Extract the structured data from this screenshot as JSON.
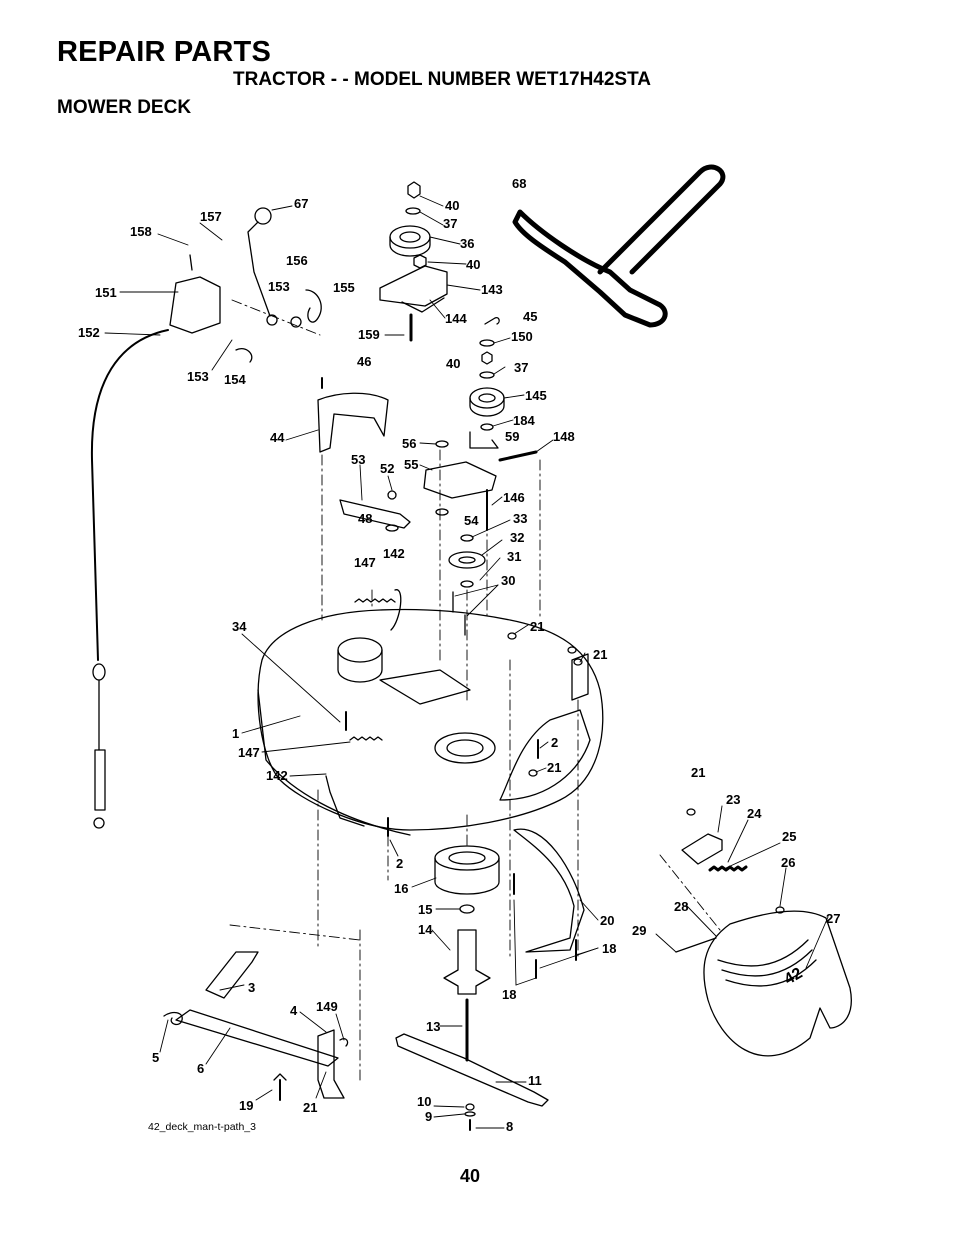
{
  "header": {
    "title": "REPAIR PARTS",
    "subtitle": "TRACTOR - - MODEL NUMBER WET17H42STA",
    "section": "MOWER DECK"
  },
  "diagram": {
    "drawing_id": "42_deck_man-t-path_3",
    "deck_mark": "42",
    "callouts": [
      "68",
      "40",
      "67",
      "157",
      "37",
      "158",
      "36",
      "156",
      "40",
      "151",
      "153",
      "155",
      "143",
      "144",
      "45",
      "152",
      "159",
      "150",
      "46",
      "40",
      "37",
      "153",
      "154",
      "145",
      "44",
      "184",
      "59",
      "148",
      "56",
      "55",
      "53",
      "52",
      "146",
      "48",
      "54",
      "33",
      "32",
      "142",
      "147",
      "31",
      "30",
      "34",
      "21",
      "21",
      "1",
      "2",
      "147",
      "21",
      "142",
      "21",
      "23",
      "24",
      "2",
      "25",
      "26",
      "16",
      "15",
      "28",
      "27",
      "20",
      "14",
      "29",
      "18",
      "3",
      "18",
      "149",
      "4",
      "13",
      "5",
      "6",
      "11",
      "19",
      "21",
      "10",
      "9",
      "8"
    ]
  },
  "footer": {
    "page_number": "40"
  }
}
